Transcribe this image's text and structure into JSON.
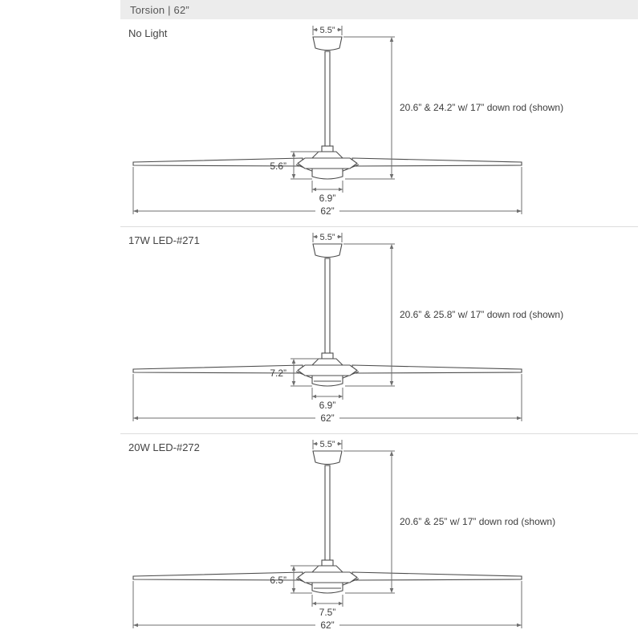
{
  "header": {
    "title": "Torsion | 62”"
  },
  "sections": [
    {
      "label": "No Light",
      "dim_top_width": "5.5”",
      "dim_height": "20.6” & 24.2” w/ 17” down rod (shown)",
      "dim_housing_height": "5.6”",
      "dim_housing_width": "6.9”",
      "dim_span": "62”"
    },
    {
      "label": "17W LED-#271",
      "dim_top_width": "5.5”",
      "dim_height": "20.6” & 25.8” w/ 17” down rod (shown)",
      "dim_housing_height": "7.2”",
      "dim_housing_width": "6.9”",
      "dim_span": "62”"
    },
    {
      "label": "20W LED-#272",
      "dim_top_width": "5.5”",
      "dim_height": "20.6” & 25” w/ 17” down rod (shown)",
      "dim_housing_height": "6.5”",
      "dim_housing_width": "7.5”",
      "dim_span": "62”"
    }
  ]
}
